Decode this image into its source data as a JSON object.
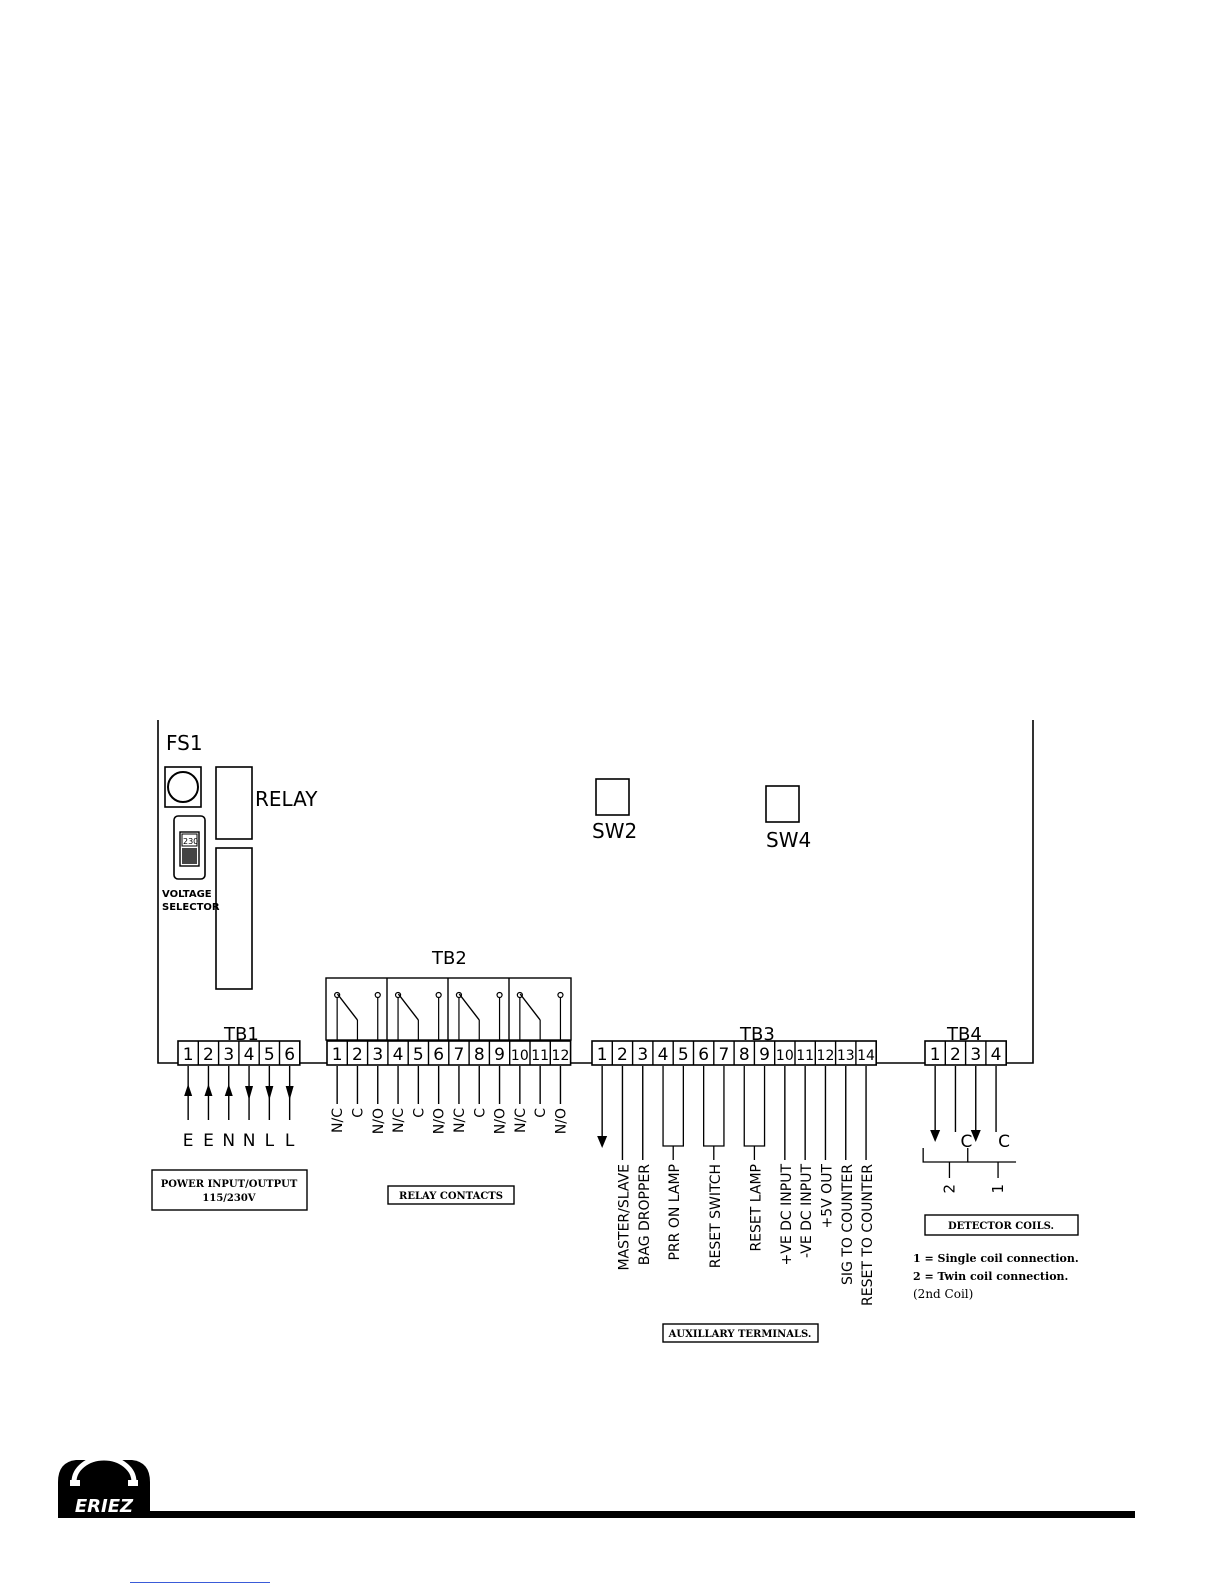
{
  "panel": {
    "fuse_label": "FS1",
    "relay_label": "RELAY",
    "voltage_value": "230",
    "voltage_selector_line1": "VOLTAGE",
    "voltage_selector_line2": "SELECTOR",
    "sw2_label": "SW2",
    "sw4_label": "SW4"
  },
  "tb1": {
    "title": "TB1",
    "terminals": [
      "1",
      "2",
      "3",
      "4",
      "5",
      "6"
    ],
    "signals": [
      "E",
      "E",
      "N",
      "N",
      "L",
      "L"
    ],
    "caption_line1": "POWER INPUT/OUTPUT",
    "caption_line2": "115/230V"
  },
  "tb2": {
    "title": "TB2",
    "terminals": [
      "1",
      "2",
      "3",
      "4",
      "5",
      "6",
      "7",
      "8",
      "9",
      "10",
      "11",
      "12"
    ],
    "contacts": [
      "N/C",
      "C",
      "N/O",
      "N/C",
      "C",
      "N/O",
      "N/C",
      "C",
      "N/O",
      "N/C",
      "C",
      "N/O"
    ],
    "caption": "RELAY CONTACTS"
  },
  "tb3": {
    "title": "TB3",
    "terminals": [
      "1",
      "2",
      "3",
      "4",
      "5",
      "6",
      "7",
      "8",
      "9",
      "10",
      "11",
      "12",
      "13",
      "14"
    ],
    "labels": [
      "MASTER/SLAVE",
      "BAG DROPPER",
      "PRR ON LAMP",
      "RESET SWITCH",
      "RESET LAMP",
      "+VE DC INPUT",
      "-VE DC INPUT",
      "+5V OUT",
      "SIG TO COUNTER",
      "RESET TO COUNTER"
    ],
    "caption": "AUXILLARY TERMINALS."
  },
  "tb4": {
    "title": "TB4",
    "terminals": [
      "1",
      "2",
      "3",
      "4"
    ],
    "signals": [
      "C",
      "C"
    ],
    "coil_numbers": [
      "2",
      "1"
    ],
    "caption": "DETECTOR COILS.",
    "notes": [
      "1 = Single coil connection.",
      "2 = Twin coil connection.",
      "(2nd Coil)"
    ]
  },
  "footer": {
    "logo_text": "ERIEZ"
  }
}
